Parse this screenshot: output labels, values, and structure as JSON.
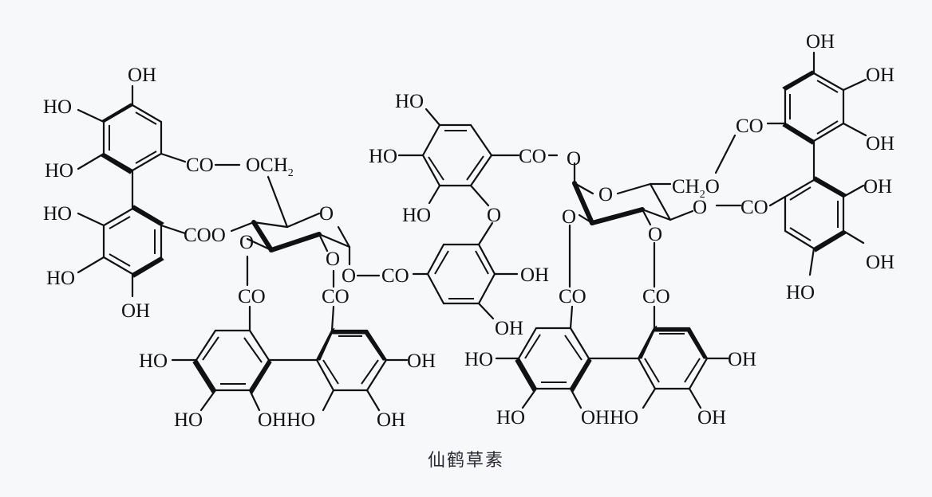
{
  "figure": {
    "caption": "仙鹤草素",
    "background": "#f7f8fa",
    "ink": "#111111"
  },
  "labels": {
    "tl_oh_top": "OH",
    "tl_ho_1": "HO",
    "tl_ho_2": "HO",
    "tl_co_o": "CO",
    "tl_och2": "OCH",
    "tl_och2_sub": "2",
    "ml_ho_1": "HO",
    "ml_ho_2": "HO",
    "ml_oh_bottom": "OH",
    "ml_coo": "COO",
    "s1_ring_o": "O",
    "s1_o3": "O",
    "s1_o2": "O",
    "s1_o1": "O",
    "link_co": "CO",
    "bl_co_1": "CO",
    "bl_co_2": "CO",
    "bl_ho_1": "HO",
    "bl_ho_2": "HO",
    "bl_ohho": "OHHO",
    "bl_oh_1": "OH",
    "bl_oh_2": "OH",
    "c_ho_1": "HO",
    "c_ho_2": "HO",
    "c_ho_3": "HO",
    "c_co": "CO",
    "c_o_link": "O",
    "c_ether_o": "O",
    "c_oh_1": "OH",
    "c_oh_2": "OH",
    "s2_o1": "O",
    "s2_ring_o": "O",
    "s2_o2": "O",
    "s2_o3": "O",
    "s2_o4": "O",
    "s2_ch2": "CH",
    "s2_ch2_sub": "2",
    "s2_ch2_o": "O",
    "br_co_1": "CO",
    "br_co_2": "CO",
    "br_ho_1": "HO",
    "br_ho_2": "HO",
    "br_ohho": "OHHO",
    "br_oh_1": "OH",
    "br_oh_2": "OH",
    "tr_oh_1": "OH",
    "tr_oh_2": "OH",
    "tr_oh_3": "OH",
    "tr_co": "CO",
    "tr_co_2": "CO",
    "rr_oh_1": "OH",
    "rr_oh_2": "OH",
    "rr_ho": "HO"
  }
}
